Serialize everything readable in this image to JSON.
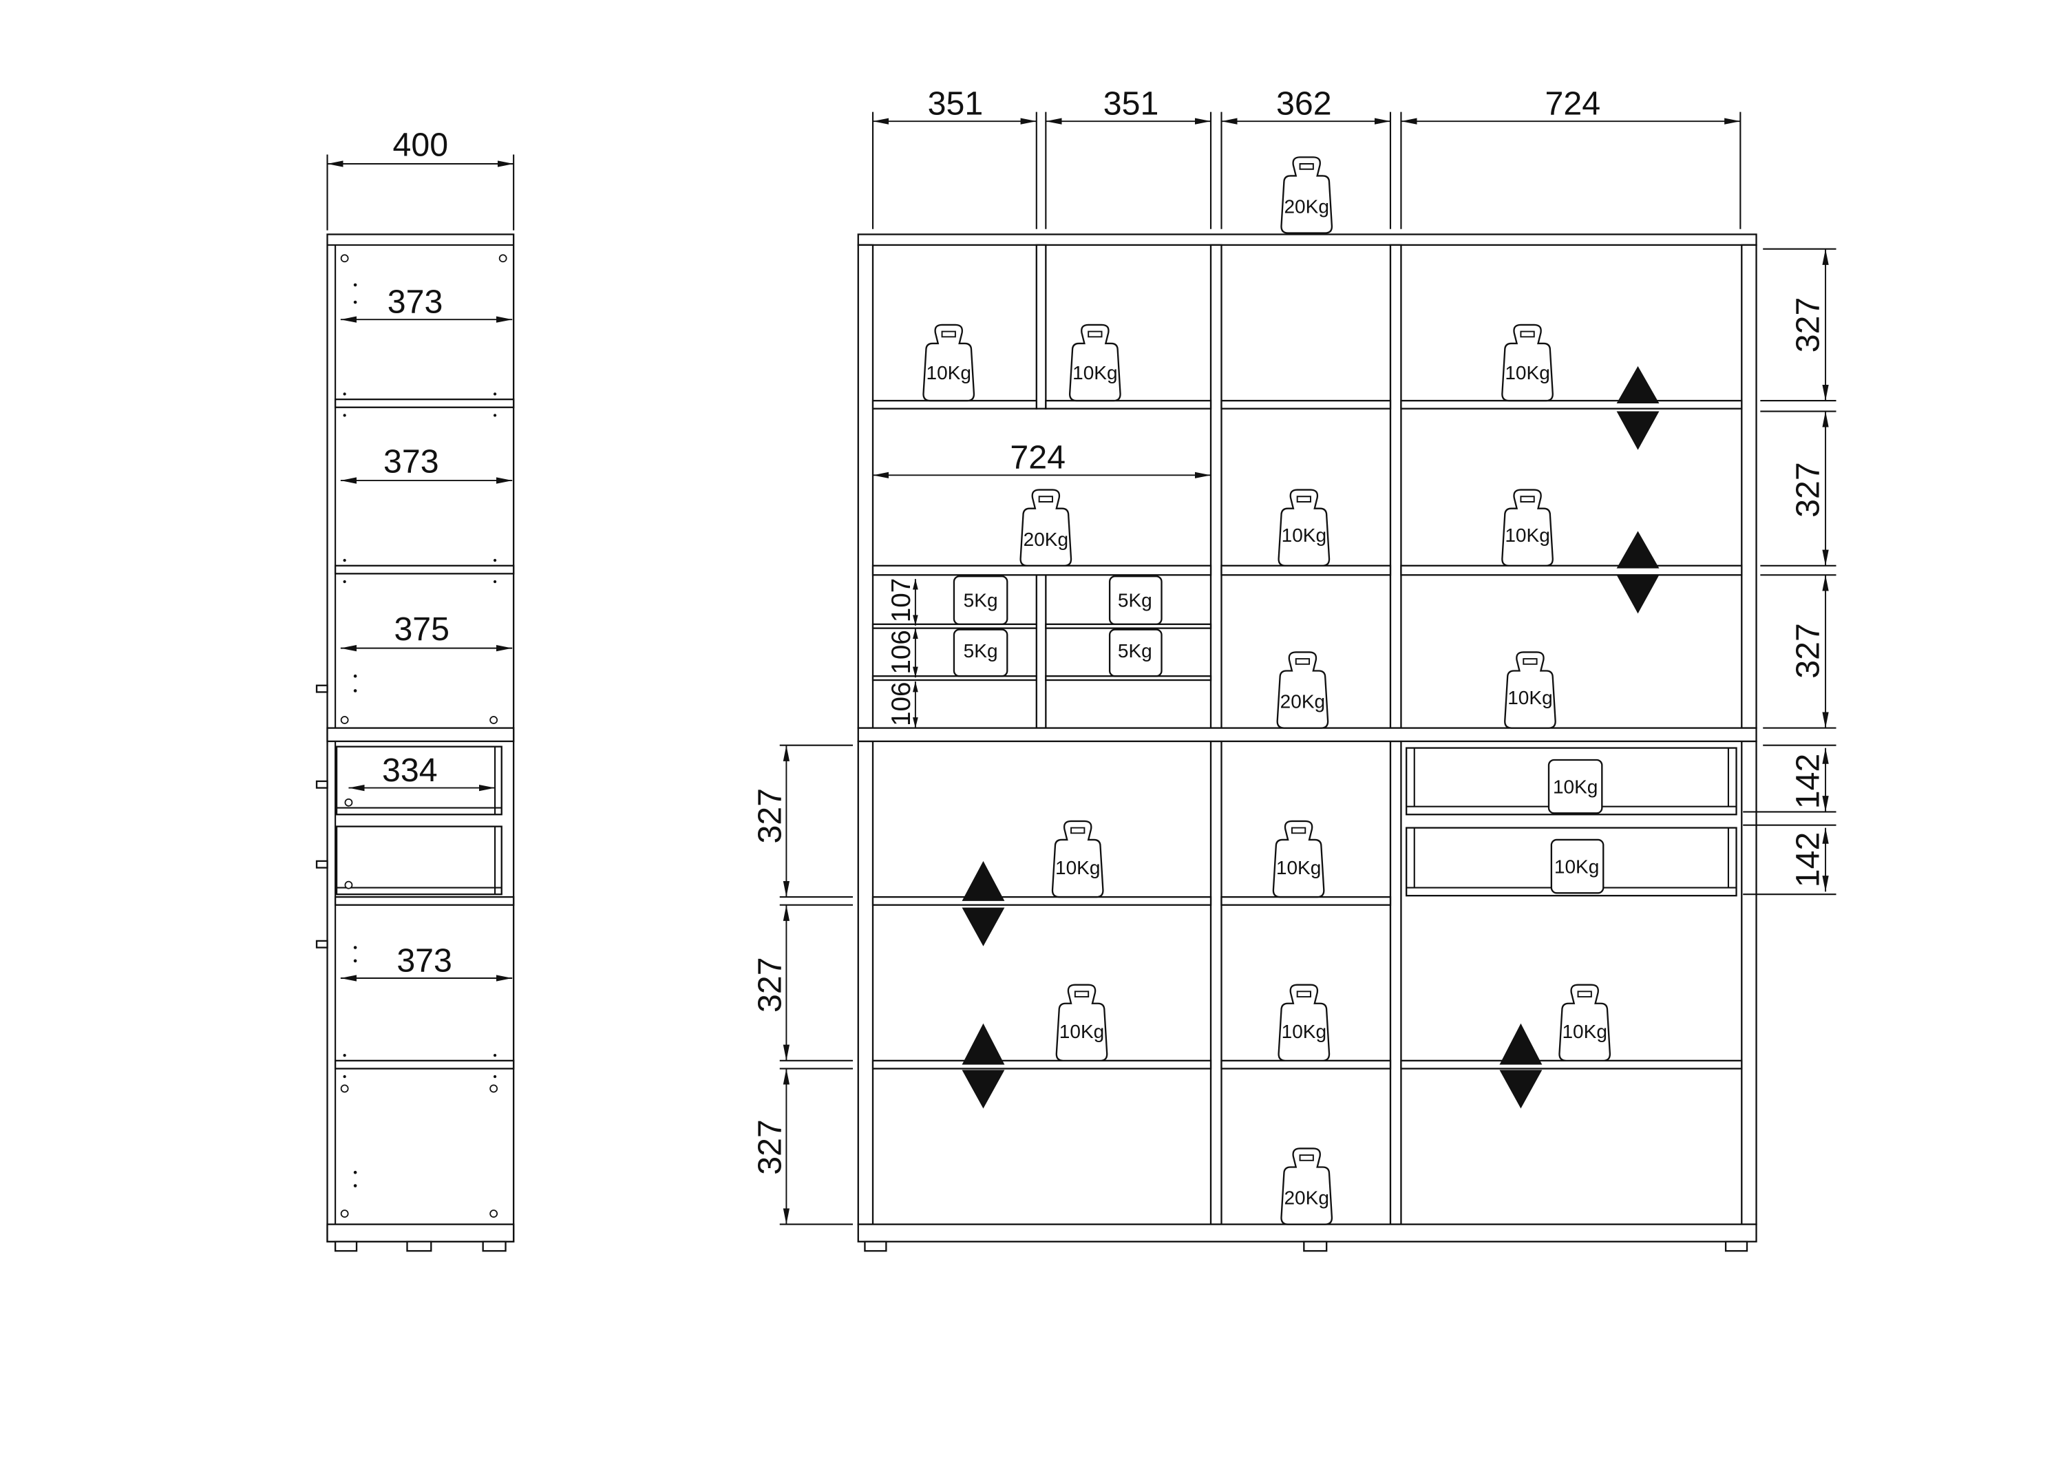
{
  "colors": {
    "line": "#111111",
    "background": "#ffffff"
  },
  "icons": {
    "load": "weight-icon",
    "adjustable_shelf": "up-down-arrow-icon"
  },
  "side_view": {
    "overall_width": "400",
    "inner_widths": [
      "373",
      "373",
      "375",
      "334",
      "373"
    ]
  },
  "front_view": {
    "compartment_widths": [
      "351",
      "351",
      "362",
      "724"
    ],
    "wide_shelf_width": "724",
    "upper_shelf_heights": [
      "327",
      "327",
      "327"
    ],
    "drawer_heights": [
      "142",
      "142"
    ],
    "lower_shelf_heights": [
      "327",
      "327",
      "327"
    ],
    "small_shelf_heights": [
      "107",
      "106",
      "106"
    ],
    "loads": [
      "20Kg",
      "10Kg",
      "10Kg",
      "10Kg",
      "20Kg",
      "10Kg",
      "10Kg",
      "5Kg",
      "5Kg",
      "5Kg",
      "5Kg",
      "20Kg",
      "10Kg",
      "10Kg",
      "10Kg",
      "10Kg",
      "10Kg",
      "10Kg",
      "10Kg",
      "10Kg",
      "20Kg"
    ]
  }
}
